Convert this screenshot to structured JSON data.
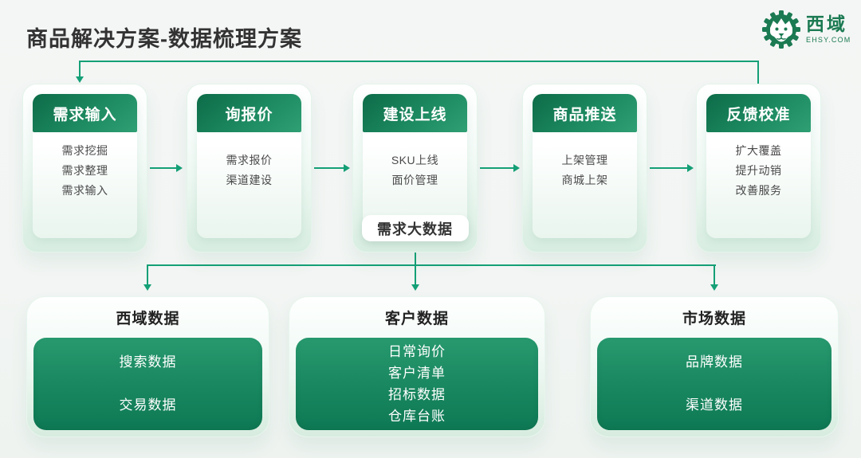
{
  "page": {
    "title": "商品解决方案-数据梳理方案"
  },
  "logo": {
    "brand": "西域",
    "domain": "EHSY.COM"
  },
  "flow": {
    "stages": [
      {
        "title": "需求输入",
        "items": [
          "需求挖掘",
          "需求整理",
          "需求输入"
        ]
      },
      {
        "title": "询报价",
        "items": [
          "需求报价",
          "渠道建设"
        ]
      },
      {
        "title": "建设上线",
        "items": [
          "SKU上线",
          "面价管理"
        ],
        "badge": "需求大数据"
      },
      {
        "title": "商品推送",
        "items": [
          "上架管理",
          "商城上架"
        ]
      },
      {
        "title": "反馈校准",
        "items": [
          "扩大覆盖",
          "提升动销",
          "改善服务"
        ]
      }
    ]
  },
  "data_sources": [
    {
      "title": "西域数据",
      "items": [
        "搜索数据",
        "交易数据"
      ]
    },
    {
      "title": "客户数据",
      "items": [
        "日常询价",
        "客户清单",
        "招标数据",
        "仓库台账"
      ]
    },
    {
      "title": "市场数据",
      "items": [
        "品牌数据",
        "渠道数据"
      ]
    }
  ],
  "colors": {
    "accent_line": "#15a077",
    "header_green_dark": "#0c6b48",
    "header_green_light": "#2f9f74",
    "panel_green_top": "#28996f",
    "panel_green_bottom": "#0e7a55",
    "logo_green": "#1b7a52",
    "title_text": "#333333",
    "background": "#f3f5f4"
  }
}
